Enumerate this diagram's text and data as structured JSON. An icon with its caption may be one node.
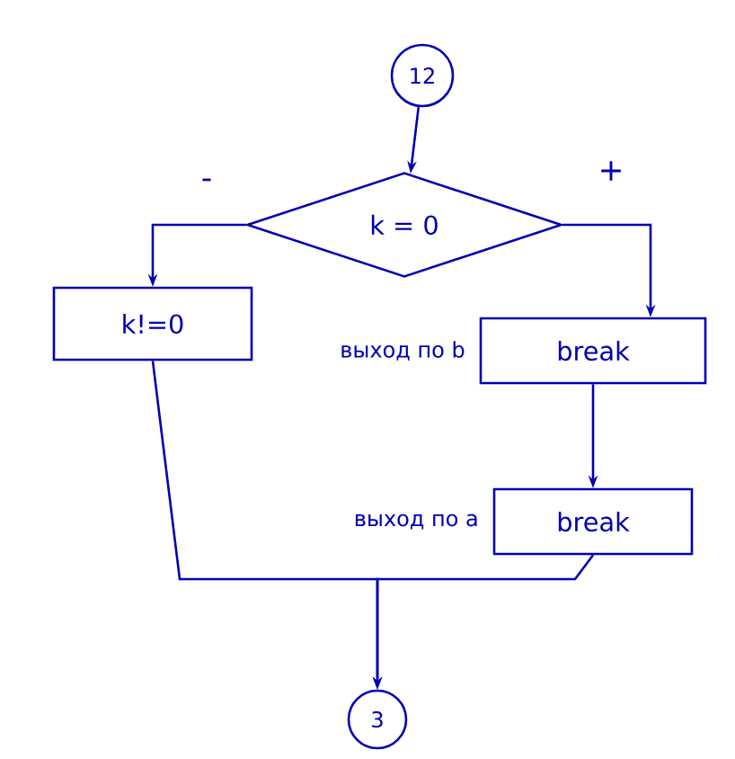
{
  "diagram": {
    "nodes": [
      {
        "text": [
          "12"
        ]
      },
      {
        "text": [
          "k = 0"
        ]
      },
      {
        "text": [
          "k!=0"
        ]
      },
      {
        "text": [
          "break"
        ],
        "beside": [
          "выход по b"
        ]
      },
      {
        "text": [
          "break"
        ],
        "beside": [
          "выход по a"
        ]
      },
      {
        "text": [
          "3"
        ]
      }
    ],
    "edges": [
      {
        "from": 0,
        "to": 1,
        "arrow": "to"
      },
      {
        "from": 1,
        "to": 2,
        "arrow": "to",
        "label": "-"
      },
      {
        "from": 1,
        "to": 3,
        "arrow": "to",
        "label": "+"
      },
      {
        "from": 3,
        "to": 4,
        "arrow": "to"
      },
      {
        "from": 2,
        "to": 5,
        "arrow": "to"
      },
      {
        "from": 4,
        "to": 5,
        "arrow": "to"
      }
    ]
  }
}
